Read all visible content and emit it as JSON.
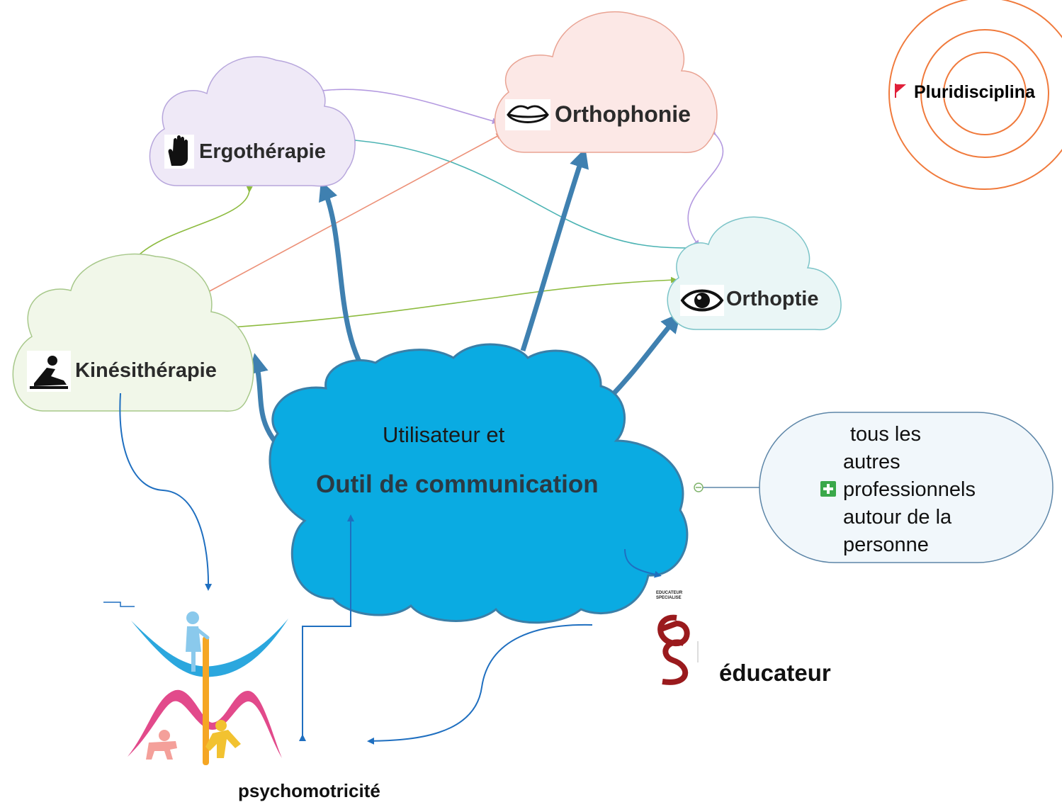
{
  "nodes": {
    "center": {
      "line1": "Utilisateur et",
      "line2": "Outil de communication"
    },
    "ergo": {
      "label": "Ergothérapie",
      "icon": "hand-icon"
    },
    "ortho_phonie": {
      "label": "Orthophonie",
      "icon": "lips-icon"
    },
    "orthoptie": {
      "label": "Orthoptie",
      "icon": "eye-icon"
    },
    "kine": {
      "label": "Kinésithérapie",
      "icon": "stretching-person-icon"
    },
    "pluri": {
      "label": "Pluridisciplina",
      "icon": "red-flag-icon"
    },
    "autres": {
      "lines": [
        "tous les",
        "autres",
        "professionnels",
        "autour de la",
        "personne"
      ],
      "icon": "plus-box-icon"
    },
    "educateur": {
      "label": "éducateur",
      "logo_text_1": "EDUCATEUR",
      "logo_text_2": "SPECIALISE",
      "icon": "es-logo"
    },
    "psycho": {
      "label": "psychomotricité",
      "icon": "psychomotricity-logo"
    }
  },
  "colors": {
    "center_fill": "#0aabe2",
    "center_stroke": "#3a7fa8",
    "ergo_fill": "#efe9f7",
    "ergo_stroke": "#b7a6dc",
    "ortho_fill": "#fce8e6",
    "ortho_stroke": "#e9a393",
    "orthoptie_fill": "#eaf6f6",
    "orthoptie_stroke": "#7cc4c8",
    "kine_fill": "#f1f7e9",
    "kine_stroke": "#a7c88a",
    "autres_fill": "#f1f7fb",
    "autres_stroke": "#5d86a8",
    "thick_arrow": "#3f80b0",
    "blue_connector": "#1f6fc0",
    "target_rings": "#f07a3c",
    "flag": "#e0203a"
  }
}
